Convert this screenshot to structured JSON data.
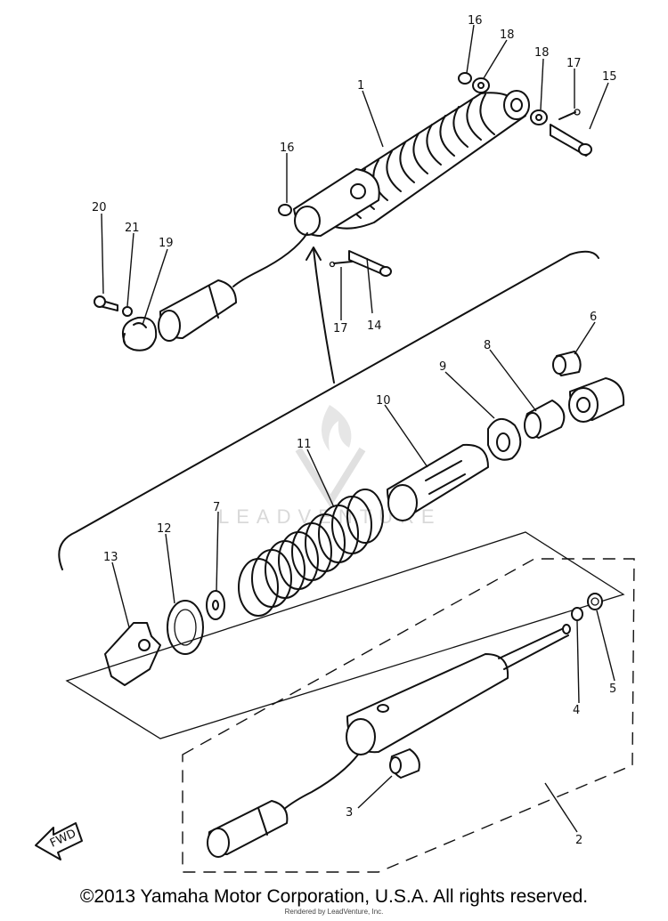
{
  "callouts": {
    "c1": "1",
    "c2": "2",
    "c3": "3",
    "c4": "4",
    "c5": "5",
    "c6": "6",
    "c7": "7",
    "c8": "8",
    "c9": "9",
    "c10": "10",
    "c11": "11",
    "c12": "12",
    "c13": "13",
    "c14": "14",
    "c15": "15",
    "c16a": "16",
    "c16b": "16",
    "c17a": "17",
    "c17b": "17",
    "c18a": "18",
    "c18b": "18",
    "c19": "19",
    "c20": "20",
    "c21": "21"
  },
  "fwd_label": "FWD",
  "watermark": "LEADVENTURE",
  "copyright": "©2013 Yamaha Motor Corporation, U.S.A. All rights reserved.",
  "rendered_by": "Rendered by LeadVenture, Inc."
}
